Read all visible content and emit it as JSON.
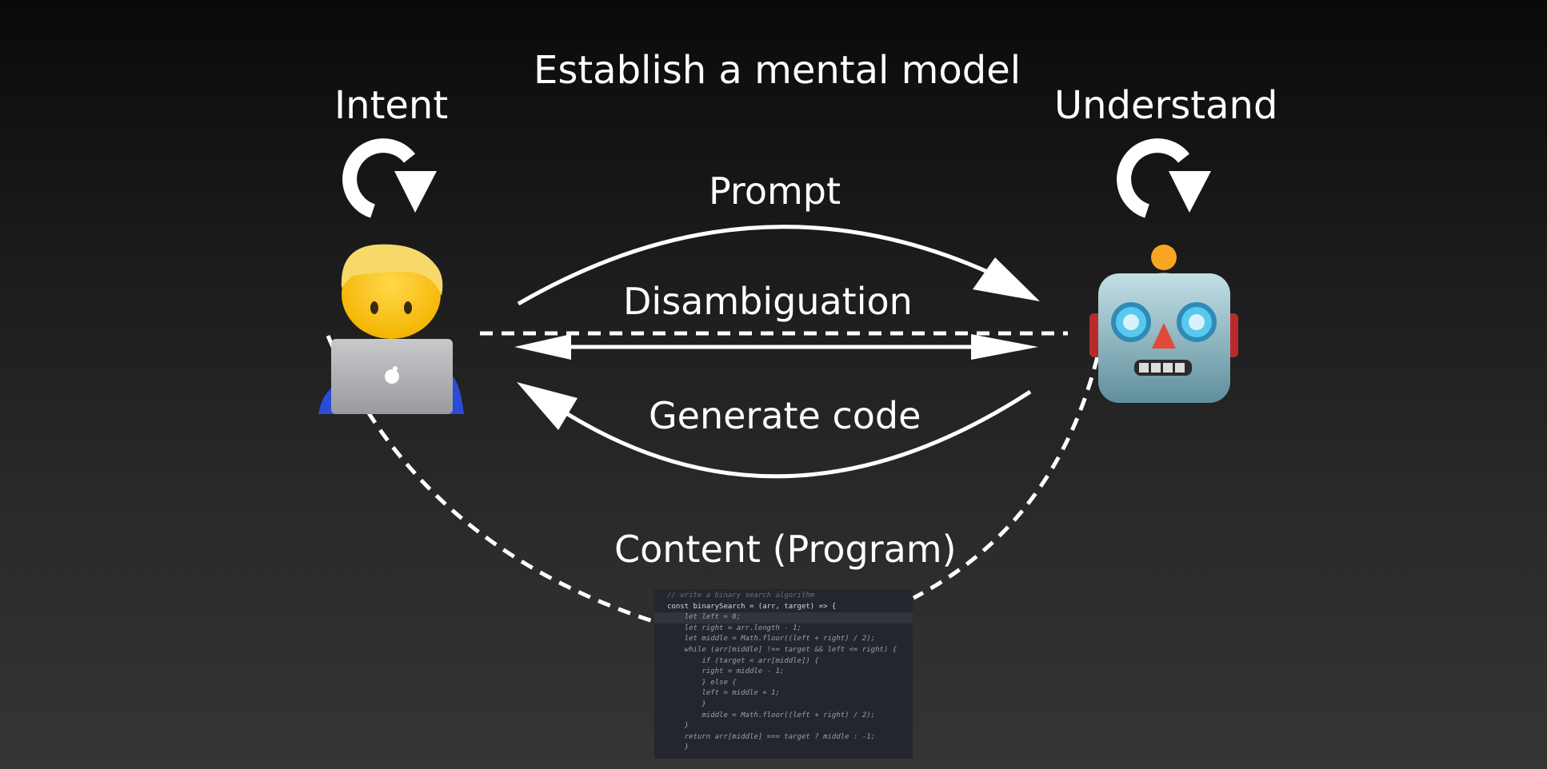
{
  "title": "Establish a mental model",
  "left_node": {
    "label": "Intent",
    "emoji": "🧑‍💻"
  },
  "right_node": {
    "label": "Understand",
    "emoji": "🤖"
  },
  "edges": {
    "prompt": "Prompt",
    "disambiguation": "Disambiguation",
    "generate_code": "Generate code",
    "content": "Content (Program)"
  },
  "code_lines": [
    "// write a binary search algorithm",
    "const binarySearch = (arr, target) => {",
    "    let left = 0;",
    "    let right = arr.length - 1;",
    "    let middle = Math.floor((left + right) / 2);",
    "    while (arr[middle] !== target && left <= right) {",
    "        if (target < arr[middle]) {",
    "        right = middle - 1;",
    "        } else {",
    "        left = middle + 1;",
    "        }",
    "        middle = Math.floor((left + right) / 2);",
    "    }",
    "    return arr[middle] === target ? middle : -1;",
    "    }"
  ],
  "colors": {
    "foreground": "#ffffff",
    "code_bg": "#23262d"
  }
}
